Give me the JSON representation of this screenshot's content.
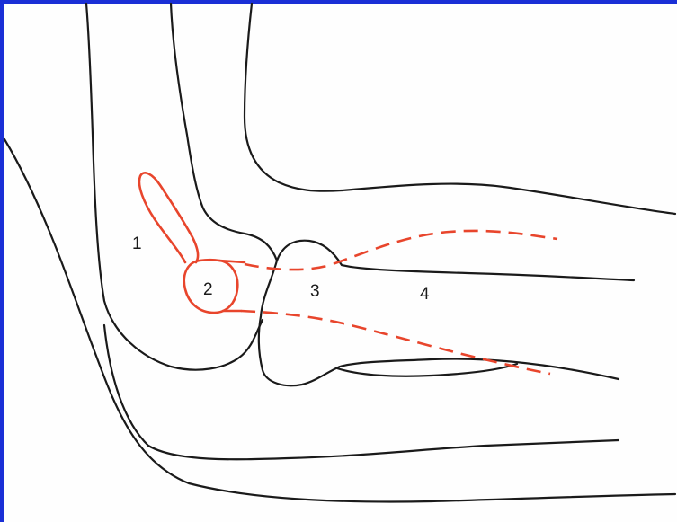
{
  "colors": {
    "frame": "#1a2fd6",
    "outline": "#1a1a1a",
    "highlight": "#e8452c",
    "background": "#fefefe"
  },
  "labels": {
    "l1": "1",
    "l2": "2",
    "l3": "3",
    "l4": "4"
  }
}
